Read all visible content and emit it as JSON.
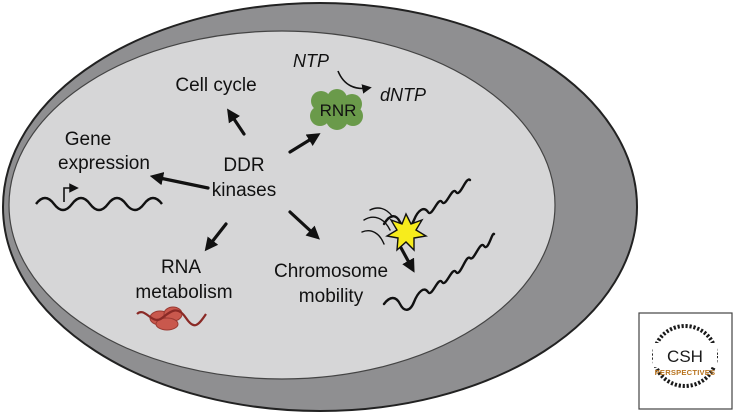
{
  "diagram": {
    "center_label": [
      "DDR",
      "kinases"
    ],
    "nodes": {
      "cell_cycle": "Cell cycle",
      "gene_expression": [
        "Gene",
        "expression"
      ],
      "rna_metabolism": [
        "RNA",
        "metabolism"
      ],
      "chromosome_mobility": [
        "Chromosome",
        "mobility"
      ],
      "rnr": "RNR",
      "ntp": "NTP",
      "dntp": "dNTP"
    },
    "colors": {
      "cell_outer": "#8f8f91",
      "cell_inner": "#d6d6d7",
      "rnr_fill": "#6a9a4a",
      "rna_complex": "#c9584d",
      "damage_star": "#f7ec1c",
      "logo_accent": "#b8731e"
    }
  },
  "logo": {
    "line1": "CSH",
    "line2": "PERSPECTIVES"
  }
}
